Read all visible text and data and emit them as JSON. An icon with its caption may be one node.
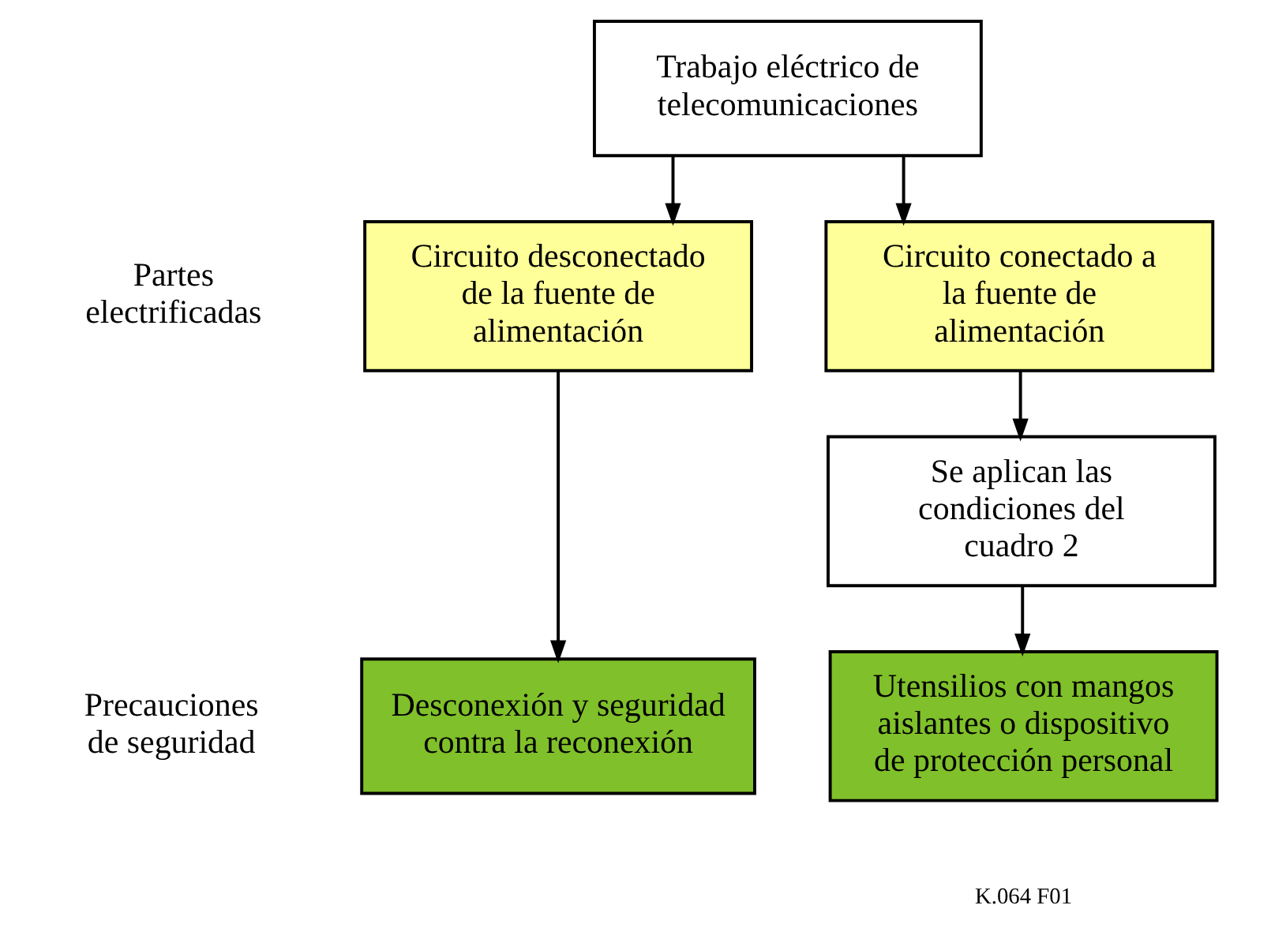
{
  "diagram": {
    "nodes": [
      {
        "text": [
          "Trabajo eléctrico de telecomunicaciones"
        ]
      },
      {
        "text": [
          "Circuito desconectado de la fuente de alimentación"
        ]
      },
      {
        "text": [
          "Circuito conectado a la fuente de alimentación"
        ]
      },
      {
        "text": [
          "Se aplican las condiciones del cuadro 2"
        ]
      },
      {
        "text": [
          "Desconexión y seguridad contra la reconexión"
        ]
      },
      {
        "text": [
          "Utensilios con mangos aislantes o dispositivo de protección personal"
        ]
      }
    ],
    "edges": [
      {
        "from": 0,
        "to": 1,
        "arrow": "to"
      },
      {
        "from": 0,
        "to": 2,
        "arrow": "to"
      },
      {
        "from": 1,
        "to": 4,
        "arrow": "to"
      },
      {
        "from": 2,
        "to": 3,
        "arrow": "to"
      },
      {
        "from": 3,
        "to": 5,
        "arrow": "to"
      }
    ],
    "labels": [
      "Partes electrificadas",
      "Precauciones de seguridad",
      "K.064 F01"
    ]
  }
}
